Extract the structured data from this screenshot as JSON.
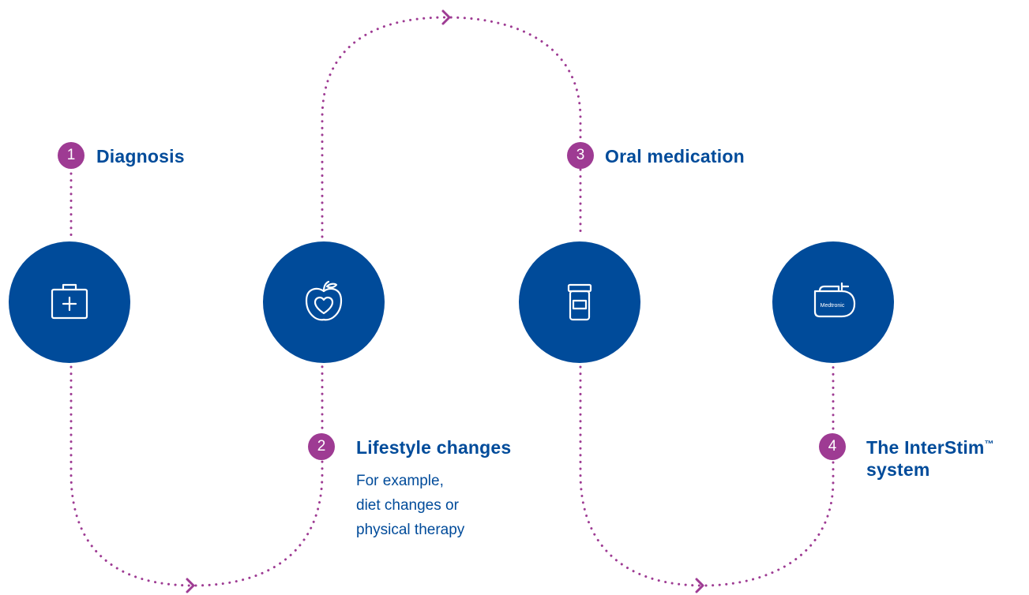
{
  "colors": {
    "primary_blue": "#004b9a",
    "accent_purple": "#9e3b93",
    "background": "#ffffff"
  },
  "steps": [
    {
      "number": "1",
      "title": "Diagnosis",
      "icon": "medical-kit-icon"
    },
    {
      "number": "2",
      "title": "Lifestyle changes",
      "description_lines": [
        "For example,",
        "diet changes or",
        "physical therapy"
      ],
      "icon": "apple-heart-icon"
    },
    {
      "number": "3",
      "title": "Oral medication",
      "icon": "pill-bottle-icon"
    },
    {
      "number": "4",
      "title_lines": [
        "The InterStim",
        "system"
      ],
      "trademark": "™",
      "icon": "neurostimulator-device-icon",
      "device_label": "Medtronic"
    }
  ],
  "connector_style": "dotted",
  "arrow_icon": "chevron-right-icon"
}
